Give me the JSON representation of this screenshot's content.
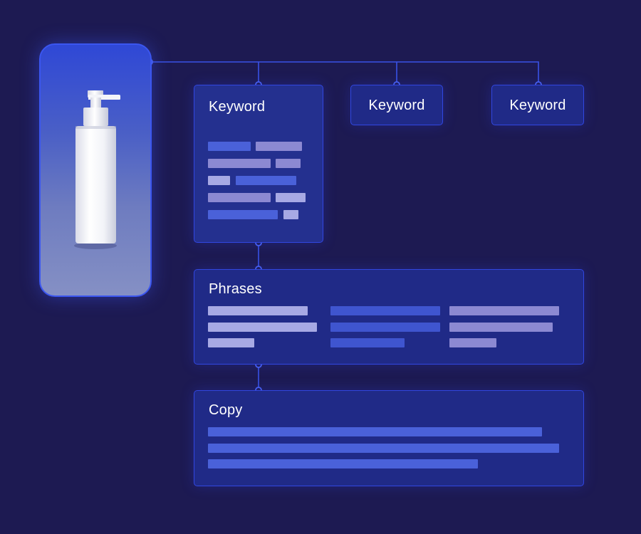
{
  "diagram": {
    "product": {
      "image": "pump-bottle",
      "border_color": "#3b56f0"
    },
    "keyword_nodes": [
      {
        "label": "Keyword",
        "expanded": true
      },
      {
        "label": "Keyword",
        "expanded": false
      },
      {
        "label": "Keyword",
        "expanded": false
      }
    ],
    "phrases": {
      "label": "Phrases"
    },
    "copy": {
      "label": "Copy"
    },
    "colors": {
      "background": "#1d1a52",
      "node_border": "#3147e0",
      "connector": "#3a52e6",
      "placeholder_light": "#a7a9e4",
      "placeholder_muted": "#8c89d2",
      "placeholder_blue": "#4a61d9"
    }
  }
}
